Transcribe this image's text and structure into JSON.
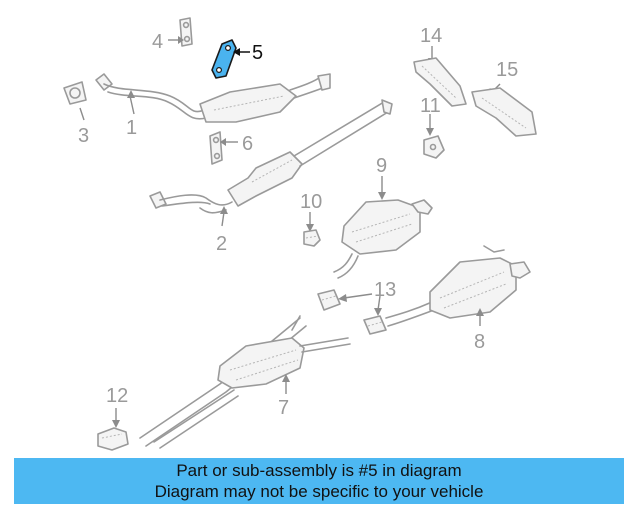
{
  "callouts": {
    "c1": "1",
    "c2": "2",
    "c3": "3",
    "c4": "4",
    "c5": "5",
    "c6": "6",
    "c7": "7",
    "c8": "8",
    "c9": "9",
    "c10": "10",
    "c11": "11",
    "c12": "12",
    "c13": "13",
    "c14": "14",
    "c15": "15"
  },
  "highlight": {
    "part_number": "5",
    "color": "#4ab3ef"
  },
  "banner": {
    "line1": "Part or sub-assembly is #5 in diagram",
    "line2": "Diagram may not be specific to your vehicle",
    "background": "#4db8f2"
  }
}
